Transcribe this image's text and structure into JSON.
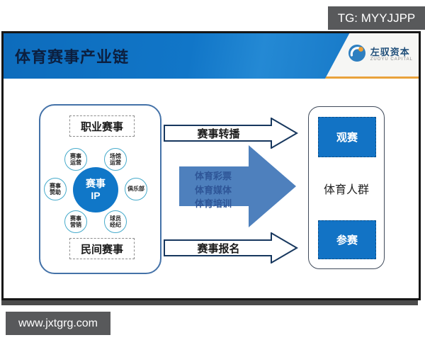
{
  "colors": {
    "banner_blue": "#1176c8",
    "core_blue": "#1077c8",
    "button_blue": "#1273c5",
    "arrow_fill_blue": "#4e80bd",
    "arrow_text_blue": "#2e5597",
    "outline_navy": "#17375e",
    "accent_orange": "#e9a23b",
    "badge_gray": "#58595b"
  },
  "overlay": {
    "tg_badge": "TG: MYYJJPP",
    "site_badge": "www.jxtgrg.com"
  },
  "slide": {
    "title": "体育赛事产业链",
    "logo": {
      "name": "左驭资本",
      "caption": "ZUOYU CAPITAL"
    },
    "events_panel": {
      "top_tag": "职业赛事",
      "bottom_tag": "民间赛事",
      "core": "赛事\nIP",
      "satellites": [
        {
          "label": "赛事\n运营"
        },
        {
          "label": "场馆\n运营"
        },
        {
          "label": "赛事\n赞助"
        },
        {
          "label": "俱乐部"
        },
        {
          "label": "赛事\n营销"
        },
        {
          "label": "球员\n经纪"
        }
      ]
    },
    "flows": {
      "top_arrow": "赛事转播",
      "bottom_arrow": "赛事报名",
      "center_arrow_lines": [
        "体育彩票",
        "体育媒体",
        "体育培训"
      ]
    },
    "audience_panel": {
      "watch": "观赛",
      "group": "体育人群",
      "join": "参赛"
    }
  }
}
